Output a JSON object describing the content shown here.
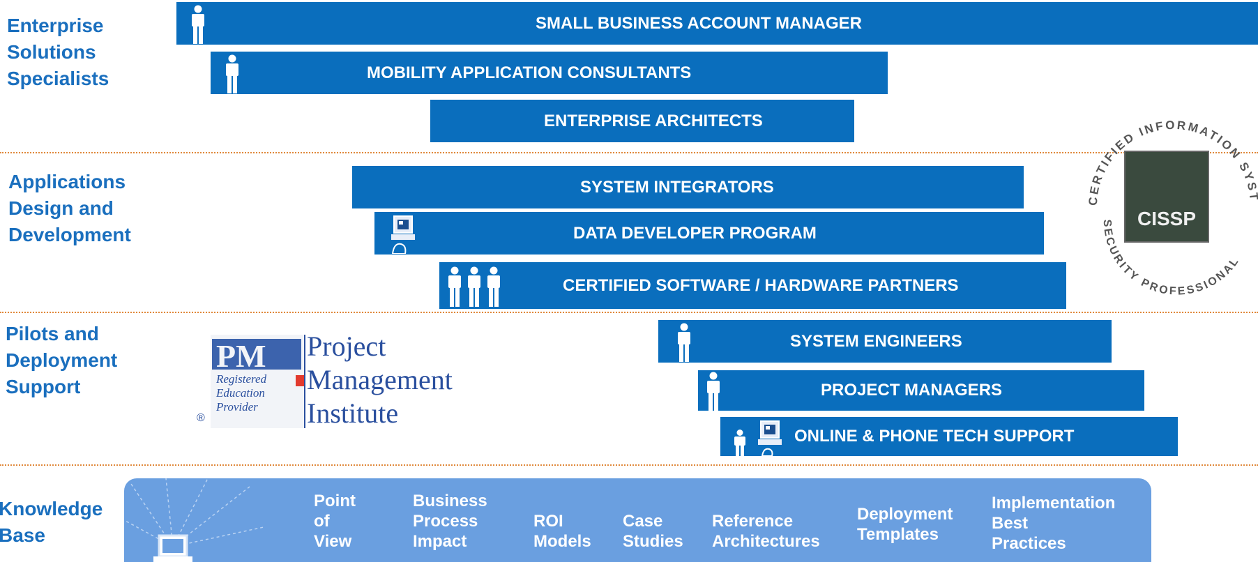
{
  "categories": {
    "enterprise": "Enterprise\nSolutions\nSpecialists",
    "applications": "Applications\nDesign and\nDevelopment",
    "pilots": "Pilots and\nDeployment\nSupport",
    "knowledge": "Knowledge\nBase"
  },
  "bars": {
    "small_business": "SMALL BUSINESS ACCOUNT MANAGER",
    "mobility": "MOBILITY APPLICATION CONSULTANTS",
    "enterprise_architects": "ENTERPRISE ARCHITECTS",
    "system_integrators": "SYSTEM INTEGRATORS",
    "data_developer": "DATA DEVELOPER PROGRAM",
    "certified_partners": "CERTIFIED SOFTWARE / HARDWARE PARTNERS",
    "system_engineers": "SYSTEM ENGINEERS",
    "project_managers": "PROJECT MANAGERS",
    "tech_support": "ONLINE & PHONE TECH SUPPORT"
  },
  "pmi_logo": {
    "line1": "Project",
    "line2": "Management",
    "line3": "Institute",
    "badge": "Registered\nEducation\nProvider",
    "mark": "®"
  },
  "cissp_seal": {
    "center": "CISSP",
    "ring_top": "CERTIFIED INFORMATION SYSTEMS",
    "ring_bottom": "SECURITY PROFESSIONAL"
  },
  "knowledge_base": {
    "items": [
      "Point\nof\nView",
      "Business\nProcess\nImpact",
      "ROI\nModels",
      "Case\nStudies",
      "Reference\nArchitectures",
      "Deployment\nTemplates",
      "Implementation\nBest\nPractices"
    ]
  },
  "colors": {
    "bar": "#0a6ebd",
    "category_text": "#1a6fbe",
    "divider": "#e0883a",
    "knowledge_panel": "#6a9fe0"
  }
}
